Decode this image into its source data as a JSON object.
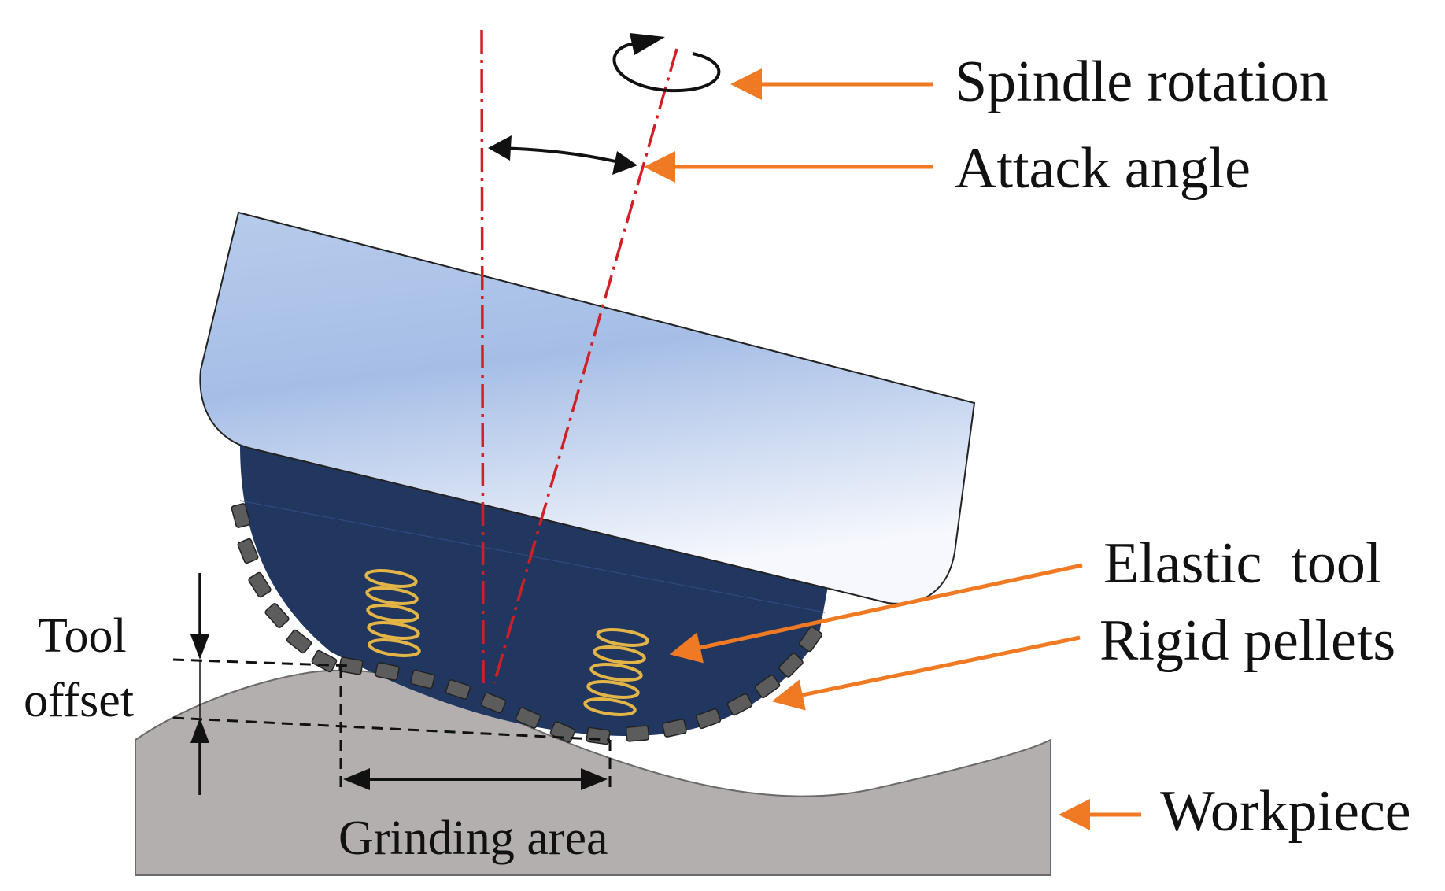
{
  "labels": {
    "spindle_rotation": "Spindle rotation",
    "attack_angle": "Attack angle",
    "elastic_tool": "Elastic  tool",
    "rigid_pellets": "Rigid pellets",
    "workpiece": "Workpiece",
    "tool_offset_line1": "Tool",
    "tool_offset_line2": "offset",
    "grinding_area": "Grinding area"
  },
  "colors": {
    "axis_line": "#d11f26",
    "callout_arrow": "#f07a23",
    "tool_holder_light": "#f2f6fc",
    "tool_holder_mid": "#a9c0e6",
    "elastic_tool": "#213760",
    "pellet": "#5c5c5c",
    "spring": "#e3b547",
    "workpiece": "#b3afae"
  }
}
